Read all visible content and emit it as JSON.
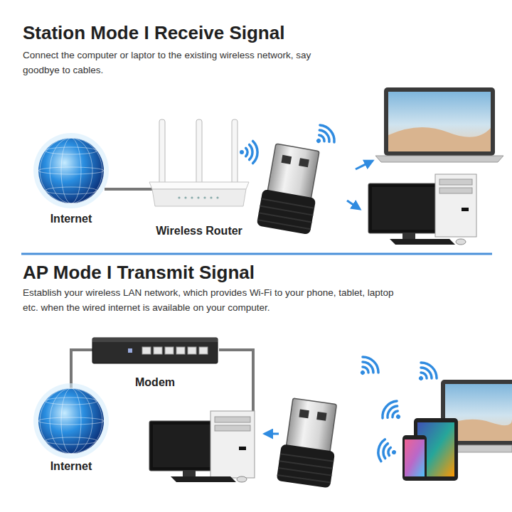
{
  "diagram": {
    "nodes": [
      {
        "text": [
          "Internet"
        ]
      },
      {
        "text": [
          "Wireless Router"
        ]
      },
      {
        "text": [
          "Modem"
        ]
      },
      {
        "text": [
          "Internet"
        ]
      }
    ],
    "edges": [
      {
        "from": 0,
        "to": 1,
        "arrow": "none"
      },
      {
        "from": 3,
        "to": 2,
        "arrow": "none"
      }
    ],
    "labels": [
      "Station Mode I Receive Signal",
      "Connect the computer or laptor to the existing wireless network, say goodbye to cables.",
      "AP Mode I Transmit Signal",
      "Establish your wireless LAN network, which provides Wi-Fi to your phone, tablet, laptop etc. when the wired internet is available on your computer."
    ]
  }
}
